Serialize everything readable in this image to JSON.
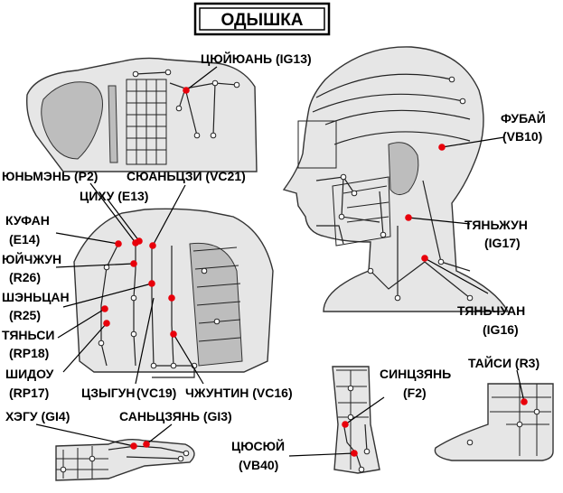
{
  "title": "ОДЫШКА",
  "colors": {
    "point": "#e8000b",
    "ink": "#000000",
    "skin": "#e6e6e6",
    "shade": "#bdbdbd"
  },
  "labels": {
    "cyuyjuan": "ЦЮЙЮАНЬ (IG13)",
    "fubai": "ФУБАЙ",
    "fubai_code": "(VB10)",
    "yunmen": "ЮНЬМЭНЬ (P2)",
    "syuanczi": "СЮАНЬЦЗИ (VC21)",
    "cihu": "ЦИХУ (E13)",
    "kufan": "КУФАН",
    "kufan_code": "(E14)",
    "yuychzhun": "ЮЙЧЖУН",
    "yuychzhun_code": "(R26)",
    "shenchan": "ШЭНЬЦАН",
    "shenchan_code": "(R25)",
    "tyansi": "ТЯНЬСИ",
    "tyansi_code": "(RP18)",
    "shidou": "ШИДОУ",
    "shidou_code": "(RP17)",
    "czygun": "ЦЗЫГУН",
    "czygun_code": "(VC19)",
    "chzhuntin": "ЧЖУНТИН (VC16)",
    "tyanzhun": "ТЯНЬЖУН",
    "tyanzhun_code": "(IG17)",
    "tyanchuan": "ТЯНЬЧУАН",
    "tyanchuan_code": "(IG16)",
    "sinczyan": "СИНЦЗЯНЬ",
    "sinczyan_code": "(F2)",
    "taysi": "ТАЙСИ (R3)",
    "hegu": "ХЭГУ (GI4)",
    "sanczyan": "САНЬЦЗЯНЬ (GI3)",
    "cyusyuy": "ЦЮСЮЙ",
    "cyusyuy_code": "(VB40)"
  },
  "icons": [
    "acupoint-dot",
    "meridian-node",
    "shoulder-back-figure",
    "head-profile-figure",
    "torso-front-figure",
    "leg-front-figure",
    "foot-side-figure",
    "hand-figure"
  ]
}
